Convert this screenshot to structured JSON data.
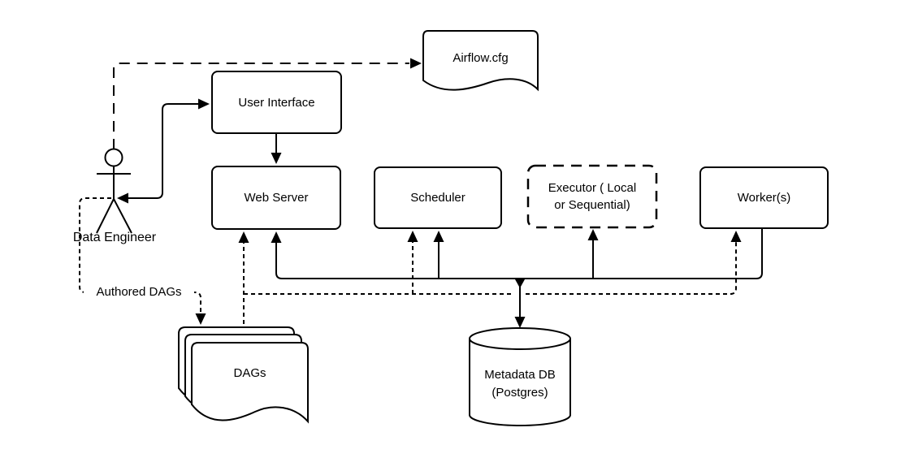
{
  "diagram": {
    "title_hint": "Airflow architecture diagram",
    "colors": {
      "background": "#ffffff",
      "stroke": "#000000",
      "text": "#000000"
    },
    "nodes": {
      "user_interface": {
        "label": "User Interface",
        "shape": "rounded-rect",
        "border": "solid"
      },
      "web_server": {
        "label": "Web Server",
        "shape": "rounded-rect",
        "border": "solid"
      },
      "scheduler": {
        "label": "Scheduler",
        "shape": "rounded-rect",
        "border": "solid"
      },
      "executor": {
        "label_line1": "Executor ( Local",
        "label_line2": "or Sequential)",
        "shape": "rounded-rect",
        "border": "dashed"
      },
      "workers": {
        "label": "Worker(s)",
        "shape": "rounded-rect",
        "border": "solid"
      },
      "airflow_cfg": {
        "label": "Airflow.cfg",
        "shape": "document"
      },
      "dags": {
        "label": "DAGs",
        "shape": "document-stack"
      },
      "metadata_db": {
        "label_line1": "Metadata DB",
        "label_line2": "(Postgres)",
        "shape": "cylinder"
      },
      "data_engineer": {
        "label": "Data Engineer",
        "shape": "actor"
      }
    },
    "edge_labels": {
      "authored_dags": "Authored DAGs"
    }
  }
}
